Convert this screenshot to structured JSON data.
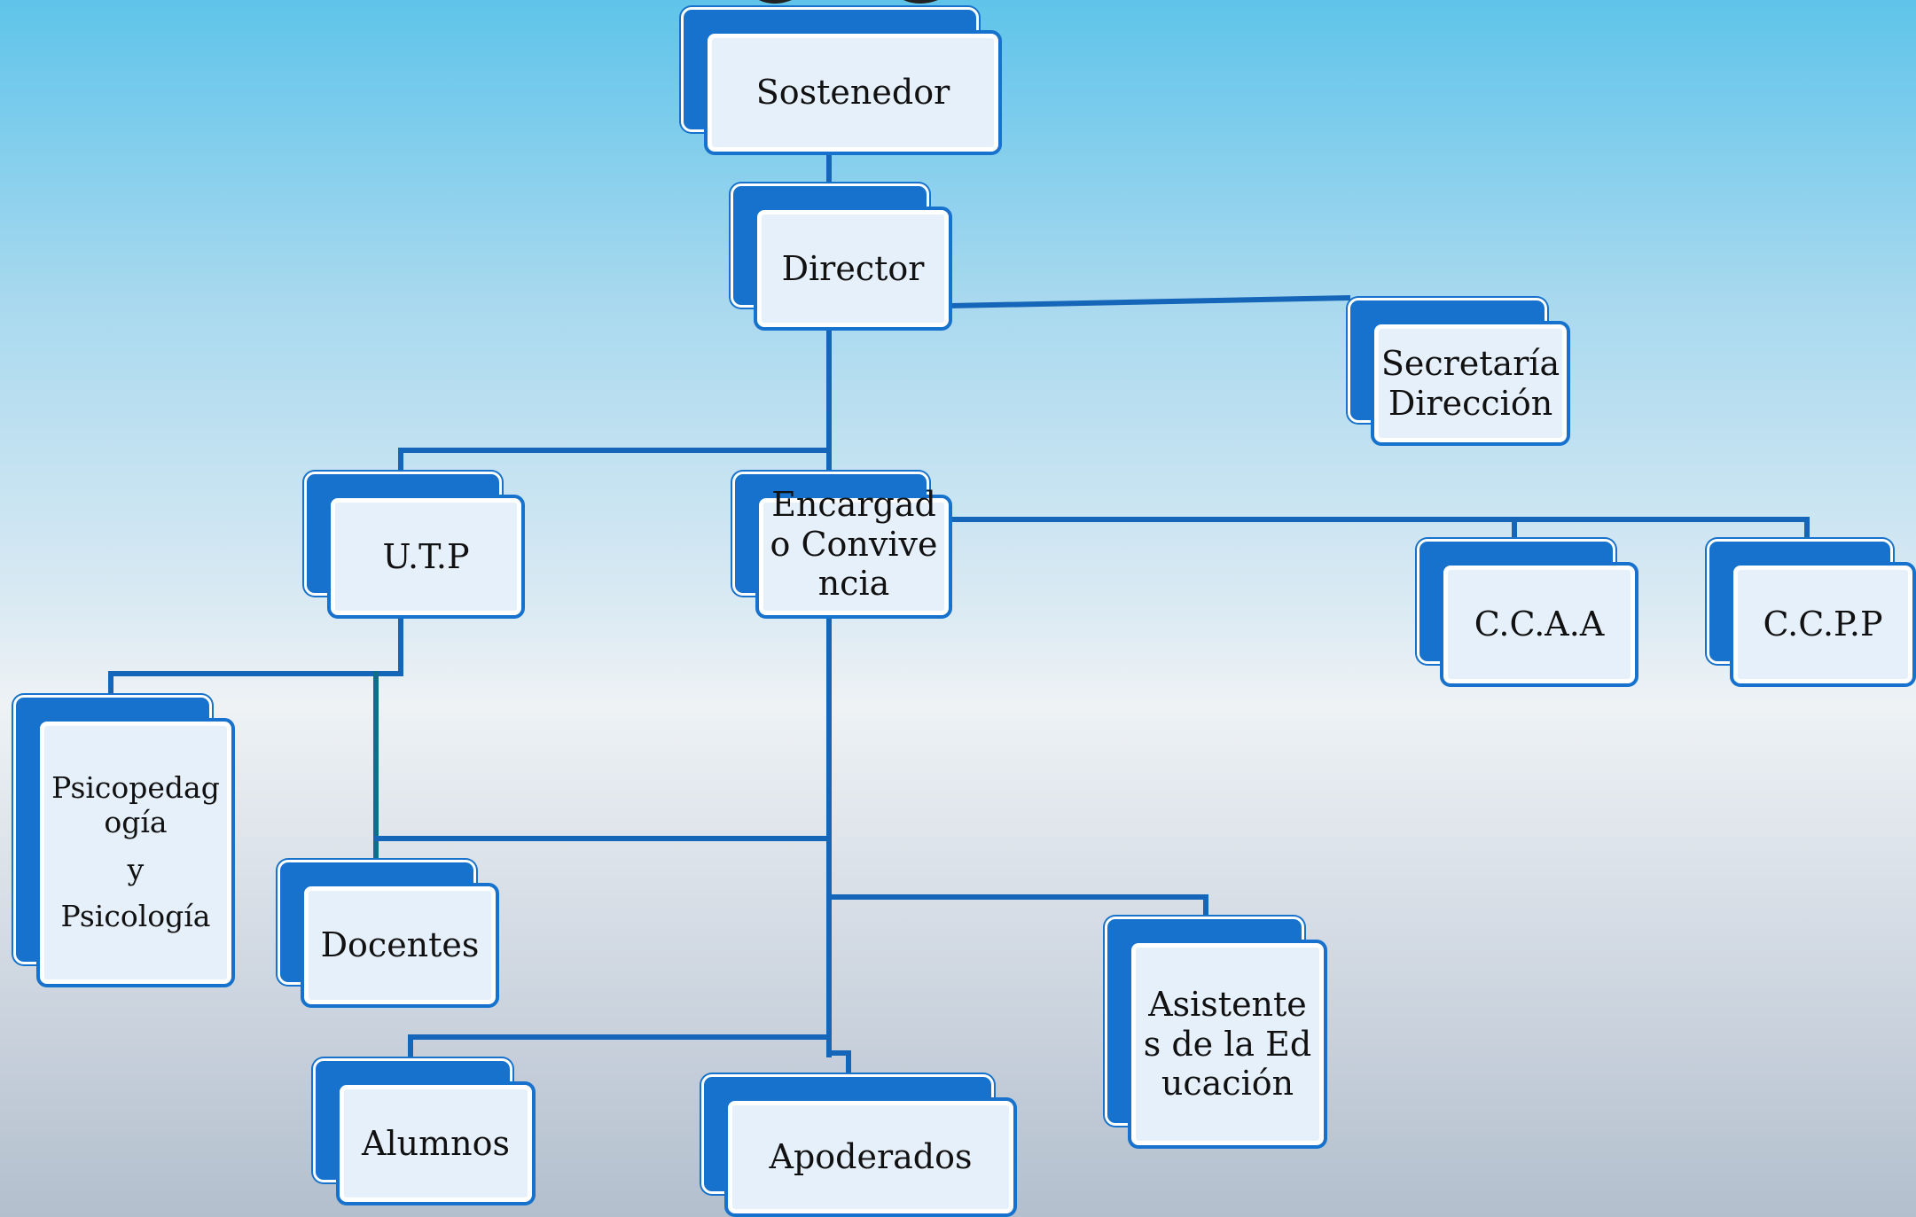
{
  "nodes": {
    "sostenedor": "Sostenedor",
    "director": "Director",
    "secretaria": "Secretaría Dirección",
    "utp": "U.T.P",
    "encargado": "Encargado Convivencia",
    "ccaa": "C.C.A.A",
    "ccpp": "C.C.P.P",
    "psico_line1": "Psicopedagogía",
    "psico_line2": "y",
    "psico_line3": "Psicología",
    "docentes": "Docentes",
    "asistentes": "Asistentes de la Educación",
    "alumnos": "Alumnos",
    "apoderados": "Apoderados"
  },
  "colors": {
    "box_dark": "#1672cc",
    "box_light": "#e6f0fa",
    "connector": "#1565b8"
  }
}
